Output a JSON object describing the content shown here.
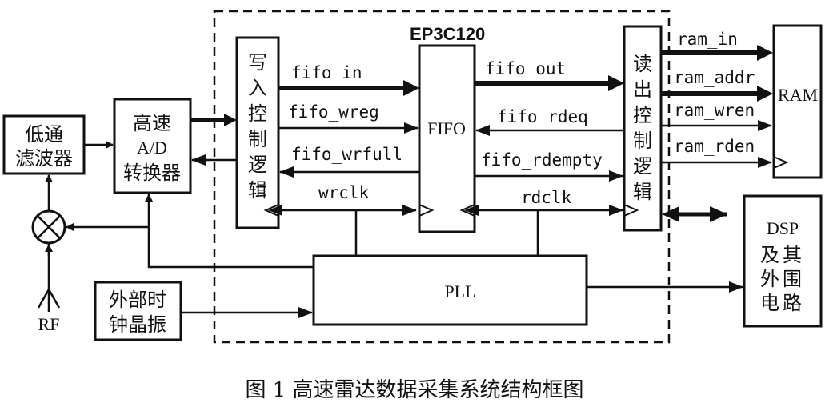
{
  "chip_label": "EP3C120",
  "blocks": {
    "lpf": [
      "低通",
      "滤波器"
    ],
    "adc": [
      "高速",
      "A/D",
      "转换器"
    ],
    "write_ctrl": [
      "写",
      "入",
      "控",
      "制",
      "逻",
      "辑"
    ],
    "fifo": "FIFO",
    "read_ctrl": [
      "读",
      "出",
      "控",
      "制",
      "逻",
      "辑"
    ],
    "ram": "RAM",
    "dsp": [
      "DSP",
      "及其",
      "外围",
      "电路"
    ],
    "pll": "PLL",
    "osc": [
      "外部时",
      "钟晶振"
    ],
    "rf": "RF"
  },
  "signals": {
    "fifo_in": "fifo_in",
    "fifo_wreg": "fifo_wreg",
    "fifo_wrfull": "fifo_wrfull",
    "wrclk": "wrclk",
    "fifo_out": "fifo_out",
    "fifo_rdeq": "fifo_rdeq",
    "fifo_rdempty": "fifo_rdempty",
    "rdclk": "rdclk",
    "ram_in": "ram_in",
    "ram_addr": "ram_addr",
    "ram_wren": "ram_wren",
    "ram_rden": "ram_rden"
  },
  "caption": "图 1  高速雷达数据采集系统结构框图"
}
